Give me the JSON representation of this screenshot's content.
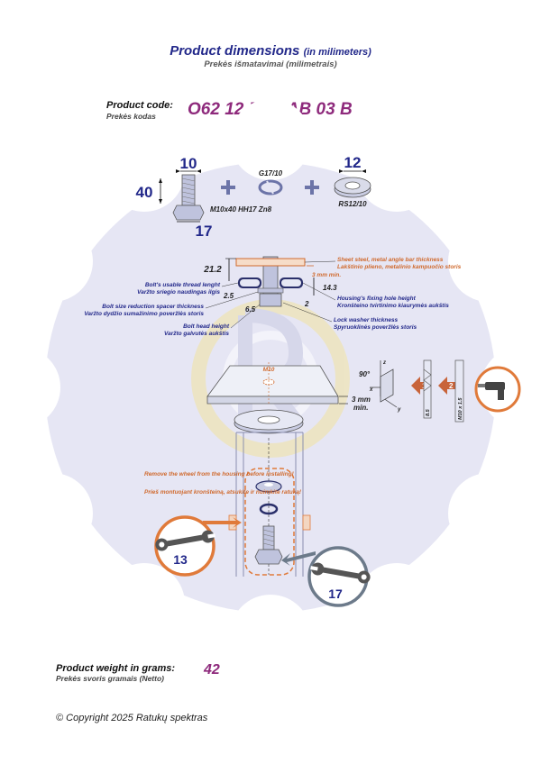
{
  "header": {
    "title": "Product dimensions",
    "title_suffix": "(in milimeters)",
    "subtitle": "Prekės išmatavimai (milimetrais)"
  },
  "product_code": {
    "label": "Product code:",
    "label_lt": "Prekės kodas",
    "value": "O62 12 PRT AB 03 B"
  },
  "parts": {
    "bolt": {
      "head_width": "10",
      "length": "40",
      "head_height": "17",
      "spec": "M10x40 HH17 Zn8"
    },
    "lock_washer": {
      "spec": "G17/10"
    },
    "spacer_washer": {
      "width": "12",
      "spec": "RS12/10"
    }
  },
  "assembly": {
    "dim_21_2": "21.2",
    "dim_3mm": "3 mm min.",
    "dim_14_3": "14.3",
    "dim_2_5": "2.5",
    "dim_6_5": "6.5",
    "dim_2": "2",
    "plate_thickness": "Sheet steel, metal angle bar thickness",
    "plate_thickness_lt": "Lakštinio plieno, metalinio kampuočio storis",
    "thread_length": "Bolt's usable thread lenght",
    "thread_length_lt": "Varžto sriegio naudingas ilgis",
    "spacer_thickness": "Bolt size reduction spacer thickness",
    "spacer_thickness_lt": "Varžto dydžio sumažinimo poveržlės storis",
    "head_height": "Bolt head height",
    "head_height_lt": "Varžto galvutės aukštis",
    "hole_height": "Housing's fixing hole height",
    "hole_height_lt": "Kronšteino tvirtinimo kiaurymės aukštis",
    "lock_thickness": "Lock washer thickness",
    "lock_thickness_lt": "Spyruoklinės poveržlės storis"
  },
  "plate": {
    "thread": "M10",
    "thickness": "3 mm",
    "thickness_min": "min.",
    "angle": "90°",
    "axis_x": "x",
    "axis_y": "y",
    "axis_z": "z",
    "step1": "1",
    "step2": "2",
    "drill_size": "8.5",
    "tap_size": "M10 x 1.5"
  },
  "instruction": {
    "warning": "Remove the wheel from the housing before installing!",
    "warning_lt": "Prieš montuojant kronšteiną, atsukite ir nuimkite ratuką!"
  },
  "wrenches": {
    "left": "13",
    "right": "17"
  },
  "weight": {
    "label": "Product weight in grams:",
    "label_lt": "Prekės svoris gramais (Netto)",
    "value": "42"
  },
  "copyright": "© Copyright 2025 Ratukų spektras",
  "colors": {
    "title": "#22288a",
    "accent": "#8e2a7c",
    "orange": "#e07a3a",
    "gear": "#e6e6f4"
  }
}
